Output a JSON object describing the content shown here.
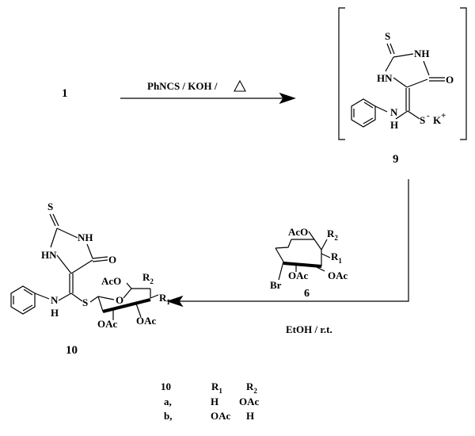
{
  "reaction1": {
    "reactant": "1",
    "reagents": "PhNCS / KOH /",
    "heat_symbol": "Δ"
  },
  "intermediate": {
    "label": "9",
    "atoms": {
      "thione_S": "S",
      "ring_NH_top": "NH",
      "ring_HN": "HN",
      "carbonyl_O": "O",
      "exo_N": "N",
      "exo_H": "H",
      "thiolate": "S",
      "charge_minus": "-",
      "counterion": "K",
      "charge_plus": "+"
    }
  },
  "reaction2": {
    "conditions": "EtOH / r.t.",
    "sugar_bromide_label": "6",
    "sugar_atoms": {
      "acetoxy_ring": "AcO",
      "r2": "R",
      "r2_sub": "2",
      "r1": "R",
      "r1_sub": "1",
      "oac_left": "OAc",
      "oac_right": "OAc",
      "bromo": "Br"
    }
  },
  "product": {
    "label": "10",
    "atoms": {
      "thione_S": "S",
      "ring_NH": "NH",
      "ring_HN": "HN",
      "carbonyl_O": "O",
      "exo_N": "N",
      "exo_H": "H",
      "thioether_S": "S",
      "ring_O": "O",
      "acetoxy": "AcO",
      "r2": "R",
      "r2_sub": "2",
      "r1": "R",
      "r1_sub": "1",
      "oac_left": "OAc",
      "oac_right": "OAc"
    }
  },
  "substituent_table": {
    "header": {
      "compound": "10",
      "r1": "R",
      "r1_sub": "1",
      "r2": "R",
      "r2_sub": "2"
    },
    "rows": [
      {
        "label": "a,",
        "r1": "H",
        "r2": "OAc"
      },
      {
        "label": "b,",
        "r1": "OAc",
        "r2": "H"
      }
    ]
  }
}
